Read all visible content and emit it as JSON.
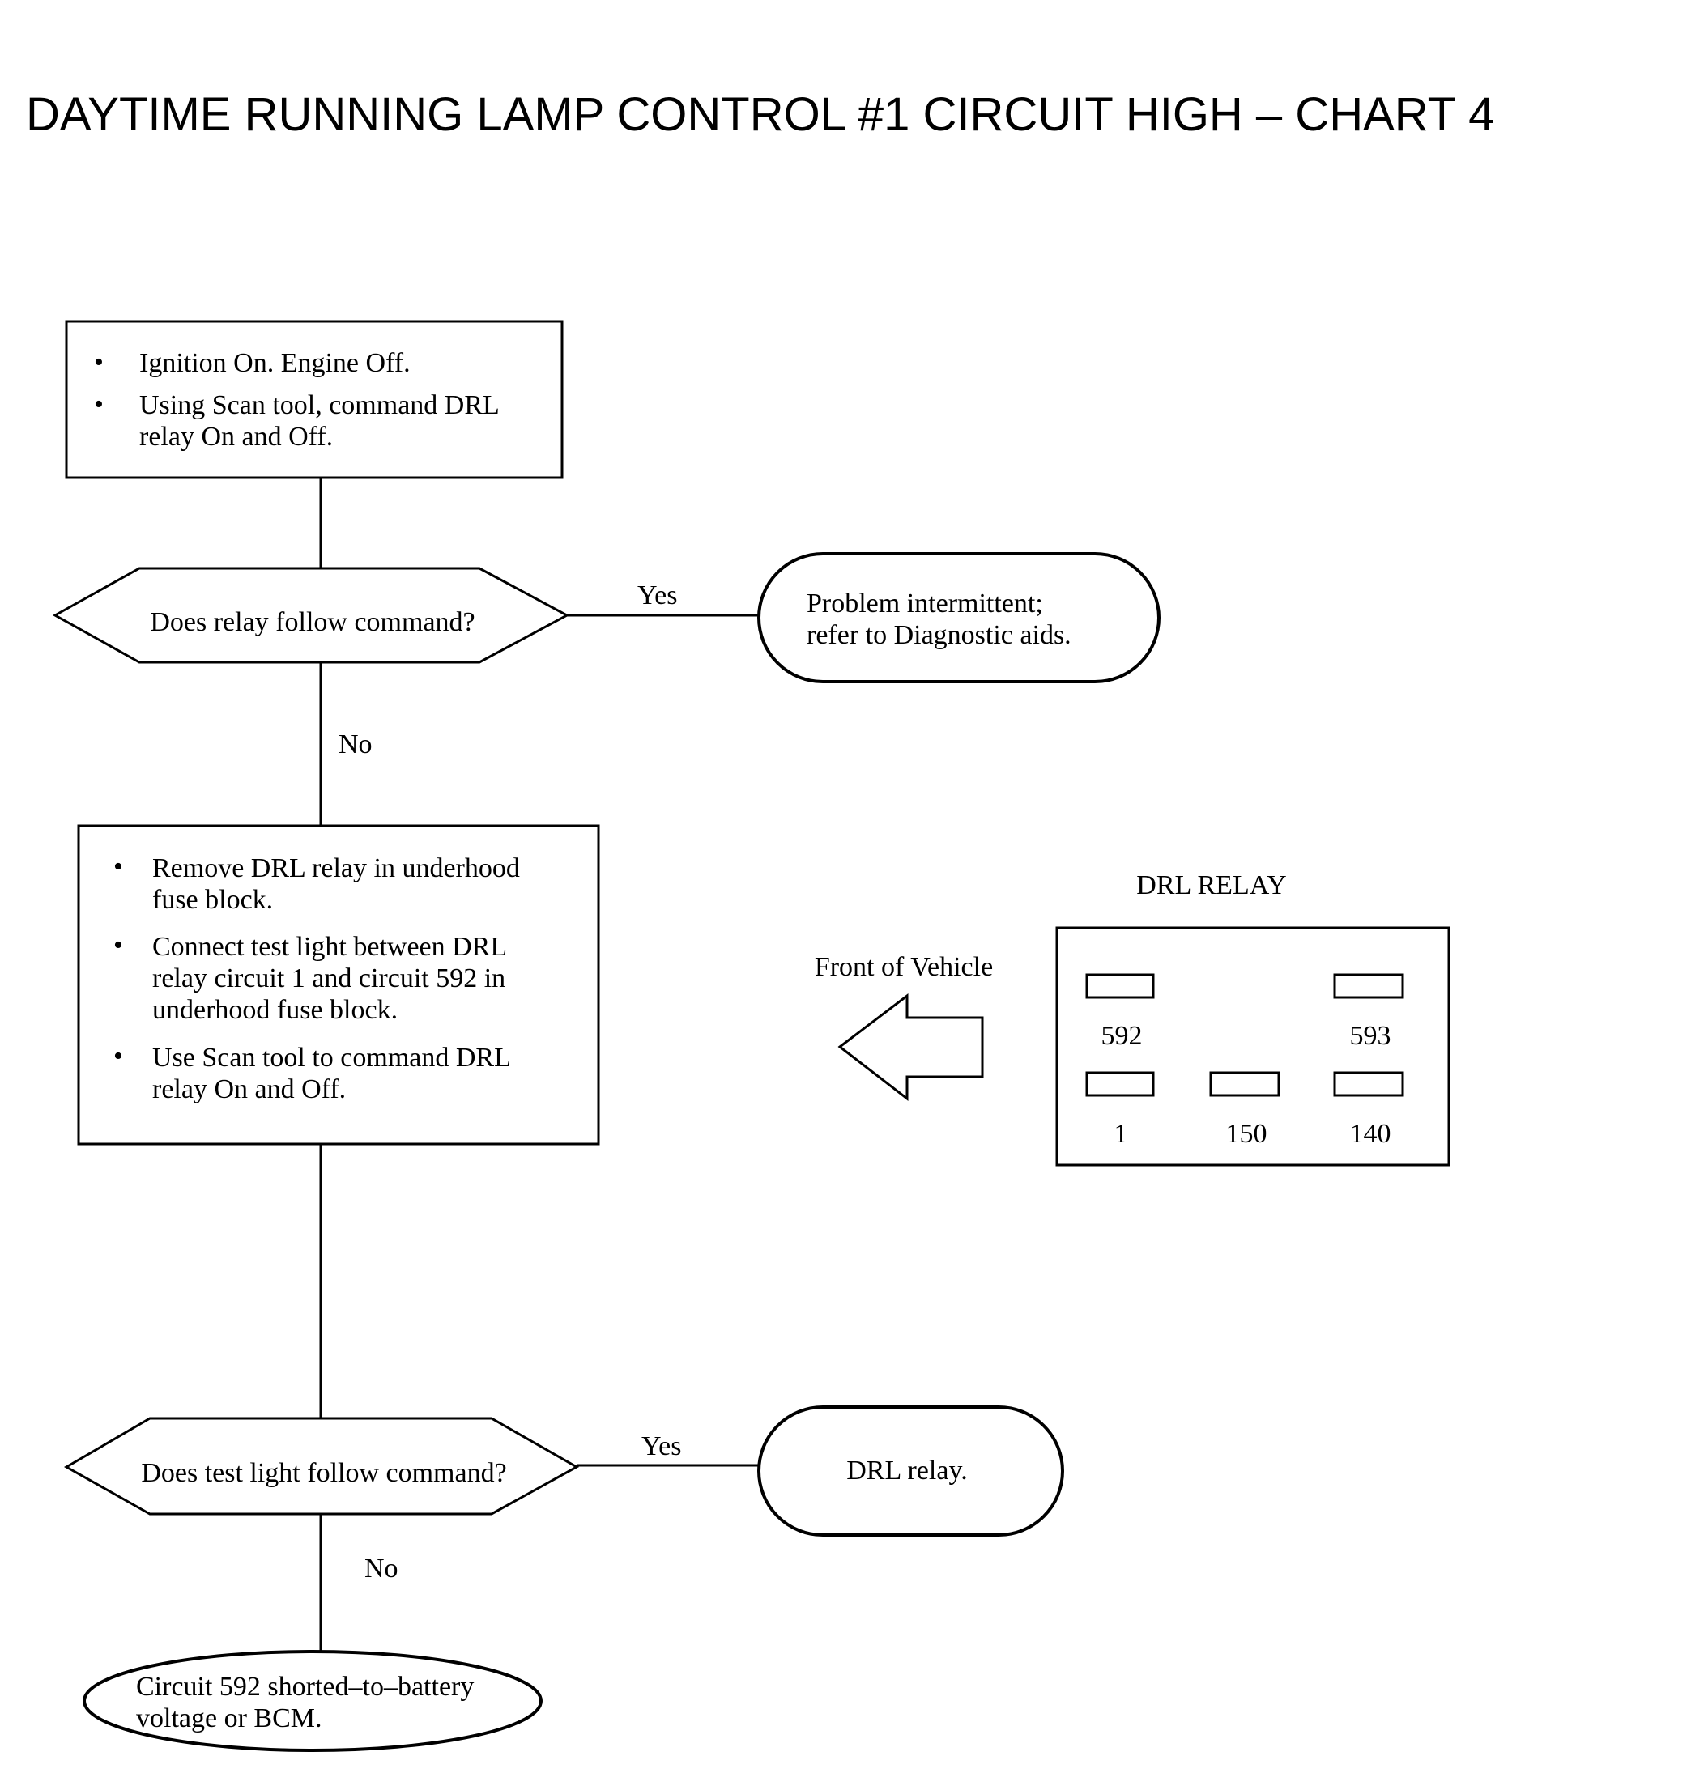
{
  "title": "DAYTIME RUNNING LAMP CONTROL #1 CIRCUIT HIGH – CHART 4",
  "step1": {
    "bullets": [
      [
        "Ignition On. Engine Off."
      ],
      [
        "Using Scan tool, command DRL",
        "relay On and Off."
      ]
    ]
  },
  "decision1": {
    "question": "Does relay follow command?",
    "yes": "Yes",
    "no": "No"
  },
  "result1": {
    "lines": [
      "Problem intermittent;",
      "refer to Diagnostic aids."
    ]
  },
  "step2": {
    "bullets": [
      [
        "Remove DRL relay in underhood",
        "fuse block."
      ],
      [
        "Connect test light between DRL",
        "relay circuit 1 and circuit 592 in",
        "underhood fuse block."
      ],
      [
        "Use Scan tool to command DRL",
        "relay On and Off."
      ]
    ]
  },
  "relay": {
    "title": "DRL RELAY",
    "front_label": "Front of Vehicle",
    "terminals": [
      "592",
      "593",
      "1",
      "150",
      "140"
    ]
  },
  "decision2": {
    "question": "Does test light follow command?",
    "yes": "Yes",
    "no": "No"
  },
  "result2": {
    "text": "DRL relay."
  },
  "result3": {
    "lines": [
      "Circuit 592 shorted–to–battery",
      "voltage or BCM."
    ]
  }
}
